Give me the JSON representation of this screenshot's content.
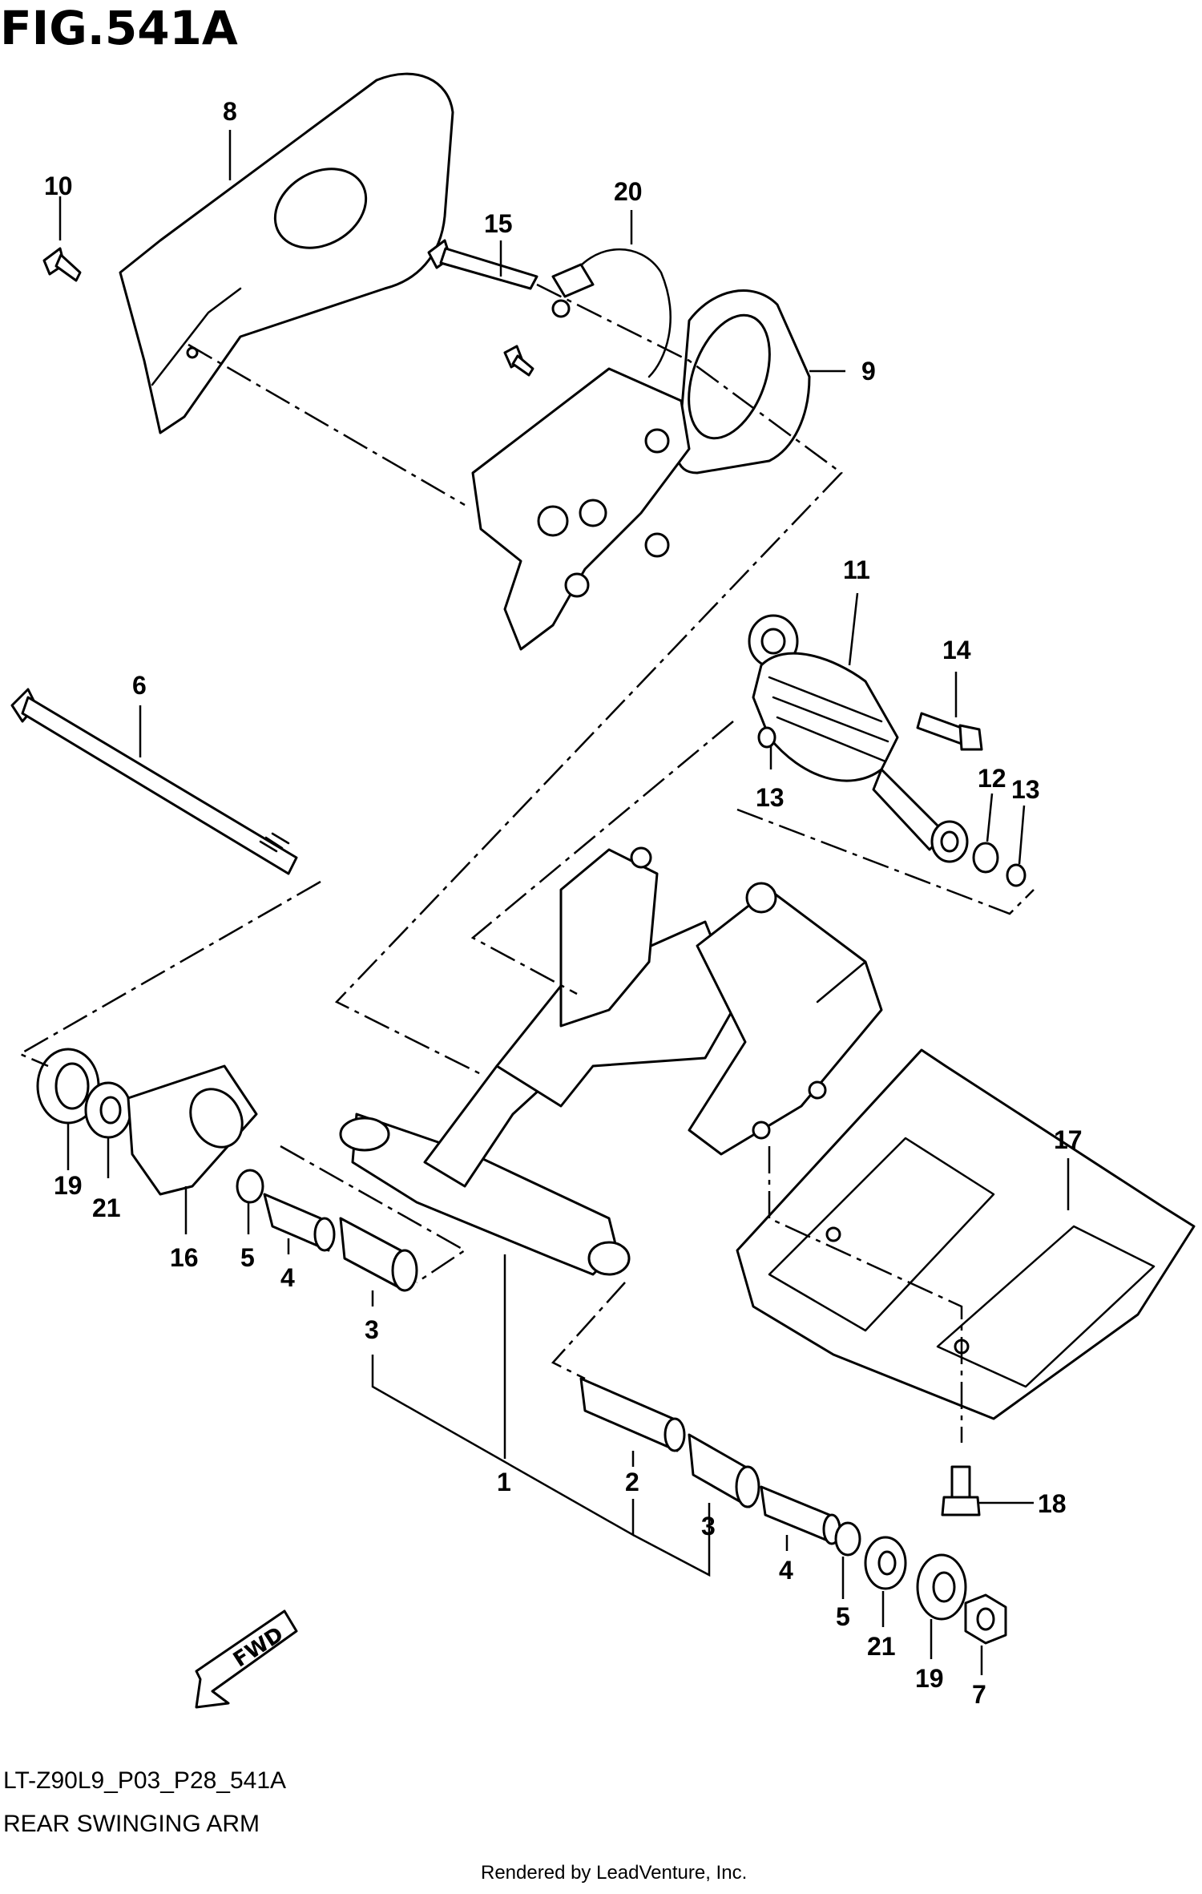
{
  "figure": {
    "title": "FIG.541A",
    "code": "LT-Z90L9_P03_P28_541A",
    "subtitle": "REAR SWINGING ARM",
    "credit": "Rendered by LeadVenture, Inc."
  },
  "fwd_label": "FWD",
  "callouts": [
    {
      "id": "c8",
      "text": "8"
    },
    {
      "id": "c10",
      "text": "10"
    },
    {
      "id": "c15",
      "text": "15"
    },
    {
      "id": "c20",
      "text": "20"
    },
    {
      "id": "c9",
      "text": "9"
    },
    {
      "id": "c11",
      "text": "11"
    },
    {
      "id": "c14",
      "text": "14"
    },
    {
      "id": "c6",
      "text": "6"
    },
    {
      "id": "c13a",
      "text": "13"
    },
    {
      "id": "c12",
      "text": "12"
    },
    {
      "id": "c13b",
      "text": "13"
    },
    {
      "id": "c17",
      "text": "17"
    },
    {
      "id": "c19a",
      "text": "19"
    },
    {
      "id": "c21a",
      "text": "21"
    },
    {
      "id": "c16",
      "text": "16"
    },
    {
      "id": "c5a",
      "text": "5"
    },
    {
      "id": "c4a",
      "text": "4"
    },
    {
      "id": "c3a",
      "text": "3"
    },
    {
      "id": "c1",
      "text": "1"
    },
    {
      "id": "c2",
      "text": "2"
    },
    {
      "id": "c3b",
      "text": "3"
    },
    {
      "id": "c4b",
      "text": "4"
    },
    {
      "id": "c5b",
      "text": "5"
    },
    {
      "id": "c21b",
      "text": "21"
    },
    {
      "id": "c19b",
      "text": "19"
    },
    {
      "id": "c7",
      "text": "7"
    },
    {
      "id": "c18",
      "text": "18"
    }
  ]
}
